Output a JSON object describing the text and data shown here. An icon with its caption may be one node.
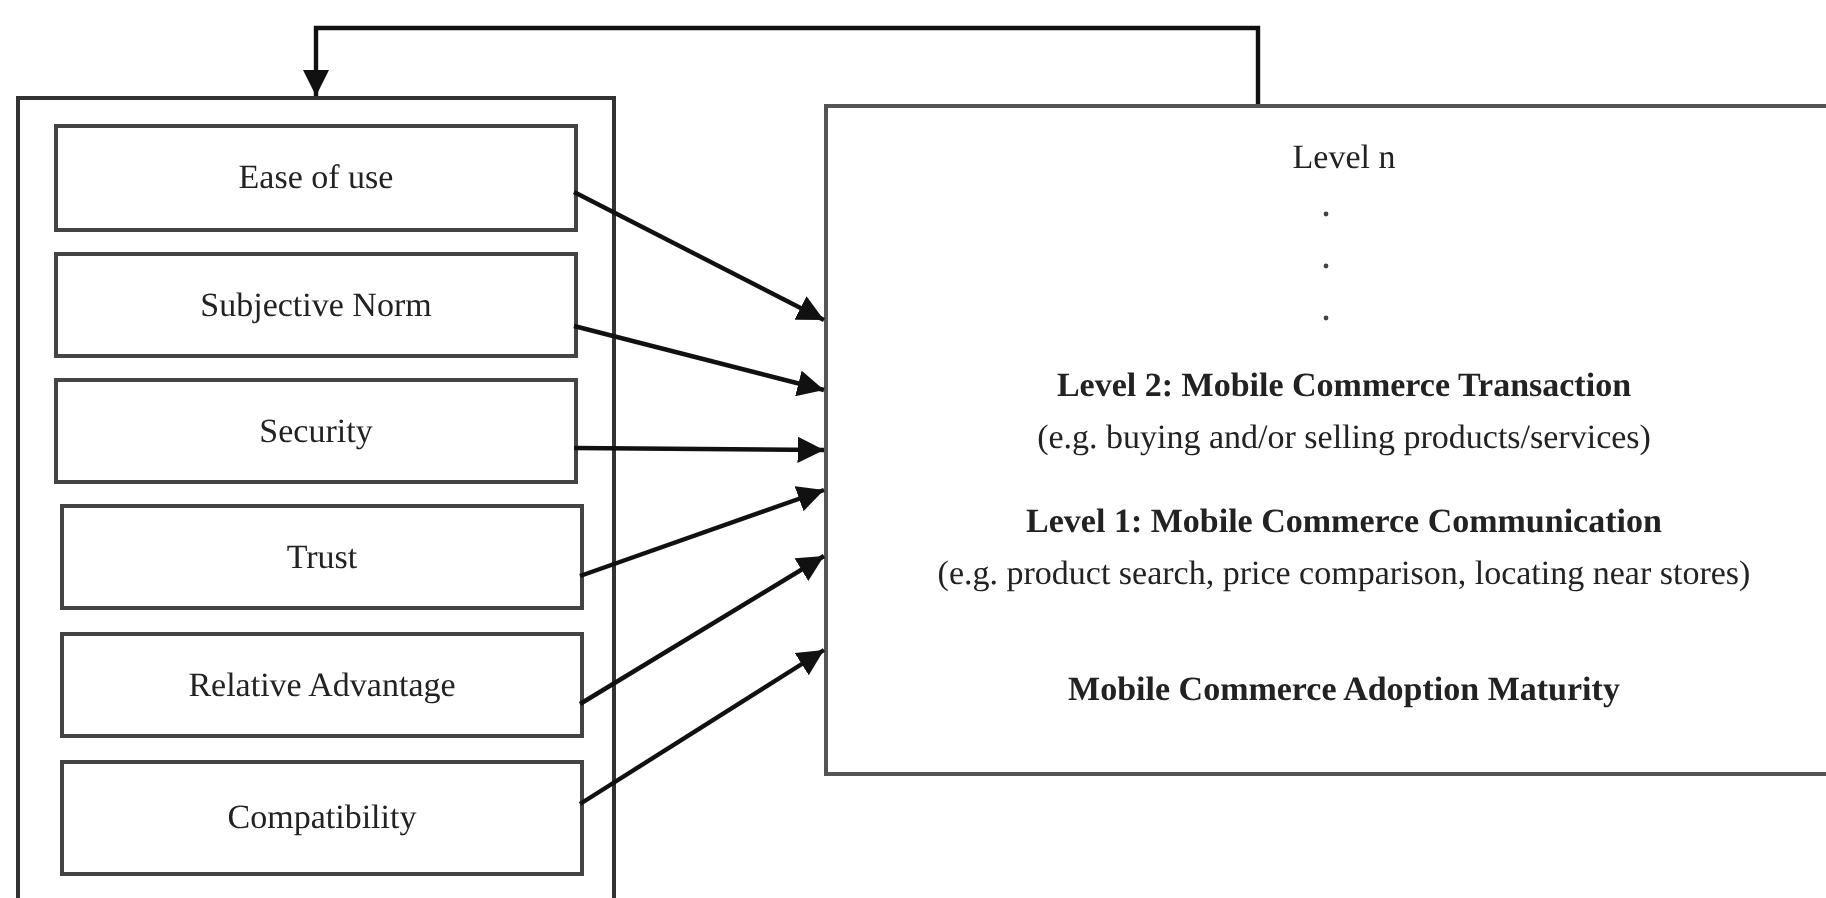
{
  "diagram": {
    "nodes": [
      {
        "text": [],
        "shape": "box"
      },
      {
        "text": [
          "Ease of use"
        ],
        "in": 0
      },
      {
        "text": [
          "Subjective Norm"
        ],
        "in": 0
      },
      {
        "text": [
          "Security"
        ],
        "in": 0
      },
      {
        "text": [
          "Trust"
        ],
        "in": 0
      },
      {
        "text": [
          "Relative Advantage"
        ],
        "in": 0
      },
      {
        "text": [
          "Compatibility"
        ],
        "in": 0
      },
      {
        "text": [
          "Level n",
          "Level 2: Mobile Commerce Transaction",
          "(e.g. buying and/or selling products/services)",
          "Level 1: Mobile Commerce Communication",
          "(e.g. product search, price comparison, locating near stores)",
          "Mobile Commerce Adoption Maturity"
        ]
      }
    ],
    "edges": [
      {
        "from": 1,
        "to": 7,
        "arrow": "to"
      },
      {
        "from": 2,
        "to": 7,
        "arrow": "to"
      },
      {
        "from": 3,
        "to": 7,
        "arrow": "to"
      },
      {
        "from": 4,
        "to": 7,
        "arrow": "to"
      },
      {
        "from": 5,
        "to": 7,
        "arrow": "to"
      },
      {
        "from": 6,
        "to": 7,
        "arrow": "to"
      },
      {
        "from": 7,
        "to": 0,
        "arrow": "to"
      }
    ]
  }
}
